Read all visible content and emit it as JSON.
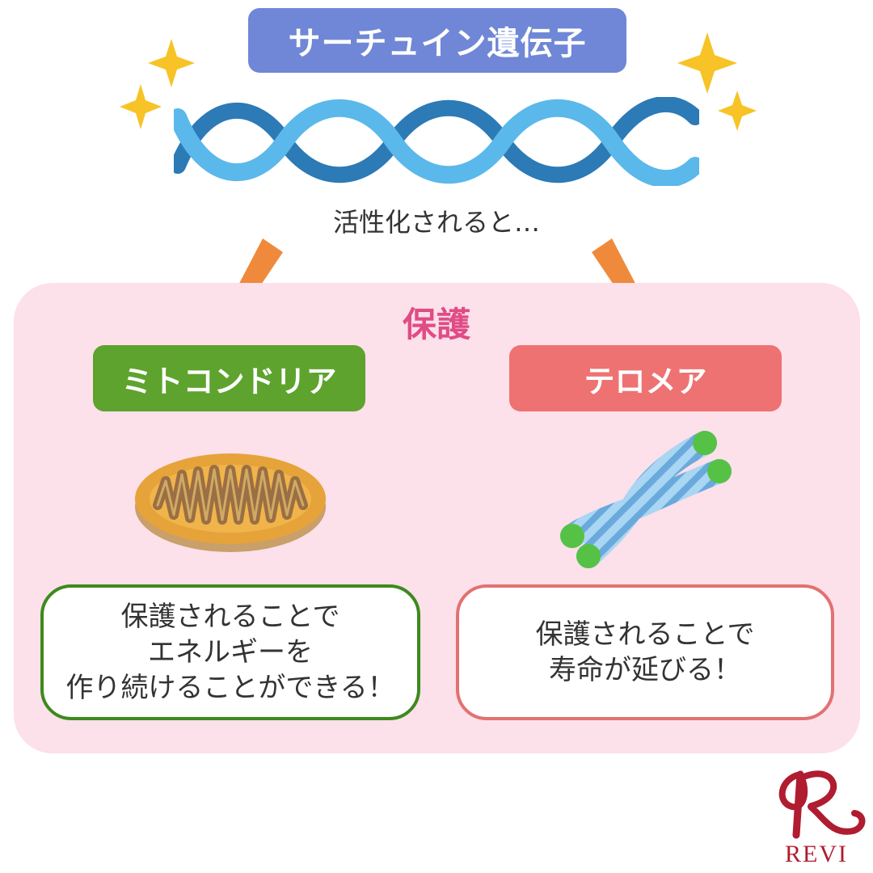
{
  "title": "サーチュイン遺伝子",
  "caption": "活性化されると…",
  "protect_label": "保護",
  "left": {
    "label": "ミトコンドリア",
    "desc_lines": [
      "保護されることで",
      "エネルギーを",
      "作り続けることができる！"
    ]
  },
  "right": {
    "label": "テロメア",
    "desc_lines": [
      "保護されることで",
      "寿命が延びる！"
    ]
  },
  "logo": {
    "text": "REVI"
  },
  "colors": {
    "title_bg": "#6f87d6",
    "panel_bg": "#fce0ea",
    "protect_text": "#e04c86",
    "left_accent": "#5ea32e",
    "right_accent": "#ee7272",
    "arrow": "#ef8a3c",
    "sparkle": "#f7c326",
    "logo": "#b01c30"
  }
}
